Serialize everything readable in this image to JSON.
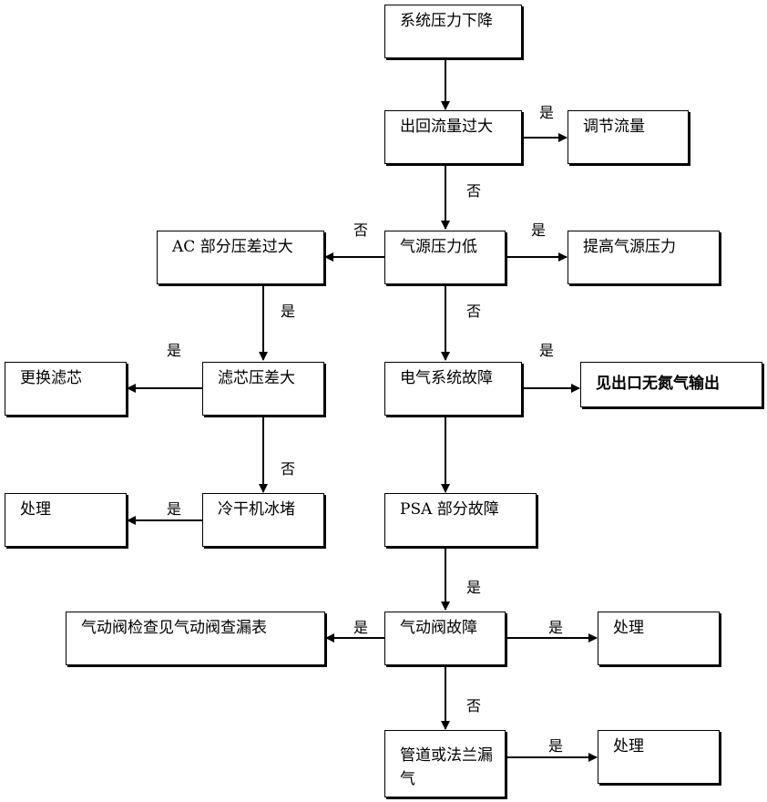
{
  "nodes": {
    "system_pressure_drop": "系统压力下降",
    "outlet_flow_too_high": "出回流量过大",
    "adjust_flow": "调节流量",
    "source_pressure_low": "气源压力低",
    "raise_source_pressure": "提高气源压力",
    "ac_diff_pressure_high": "AC 部分压差过大",
    "filter_diff_pressure_high": "滤芯压差大",
    "replace_filter": "更换滤芯",
    "electrical_fault": "电气系统故障",
    "no_nitrogen_output": "见出口无氮气输出",
    "chiller_ice_block": "冷干机冰堵",
    "handle_1": "处理",
    "psa_fault": "PSA 部分故障",
    "valve_inspection": "气动阀检查见气动阀查漏表",
    "pneumatic_valve_fault": "气动阀故障",
    "handle_2": "处理",
    "pipe_flange_leak": "管道或法兰漏气",
    "handle_3": "处理"
  },
  "labels": {
    "yes": "是",
    "no": "否"
  }
}
